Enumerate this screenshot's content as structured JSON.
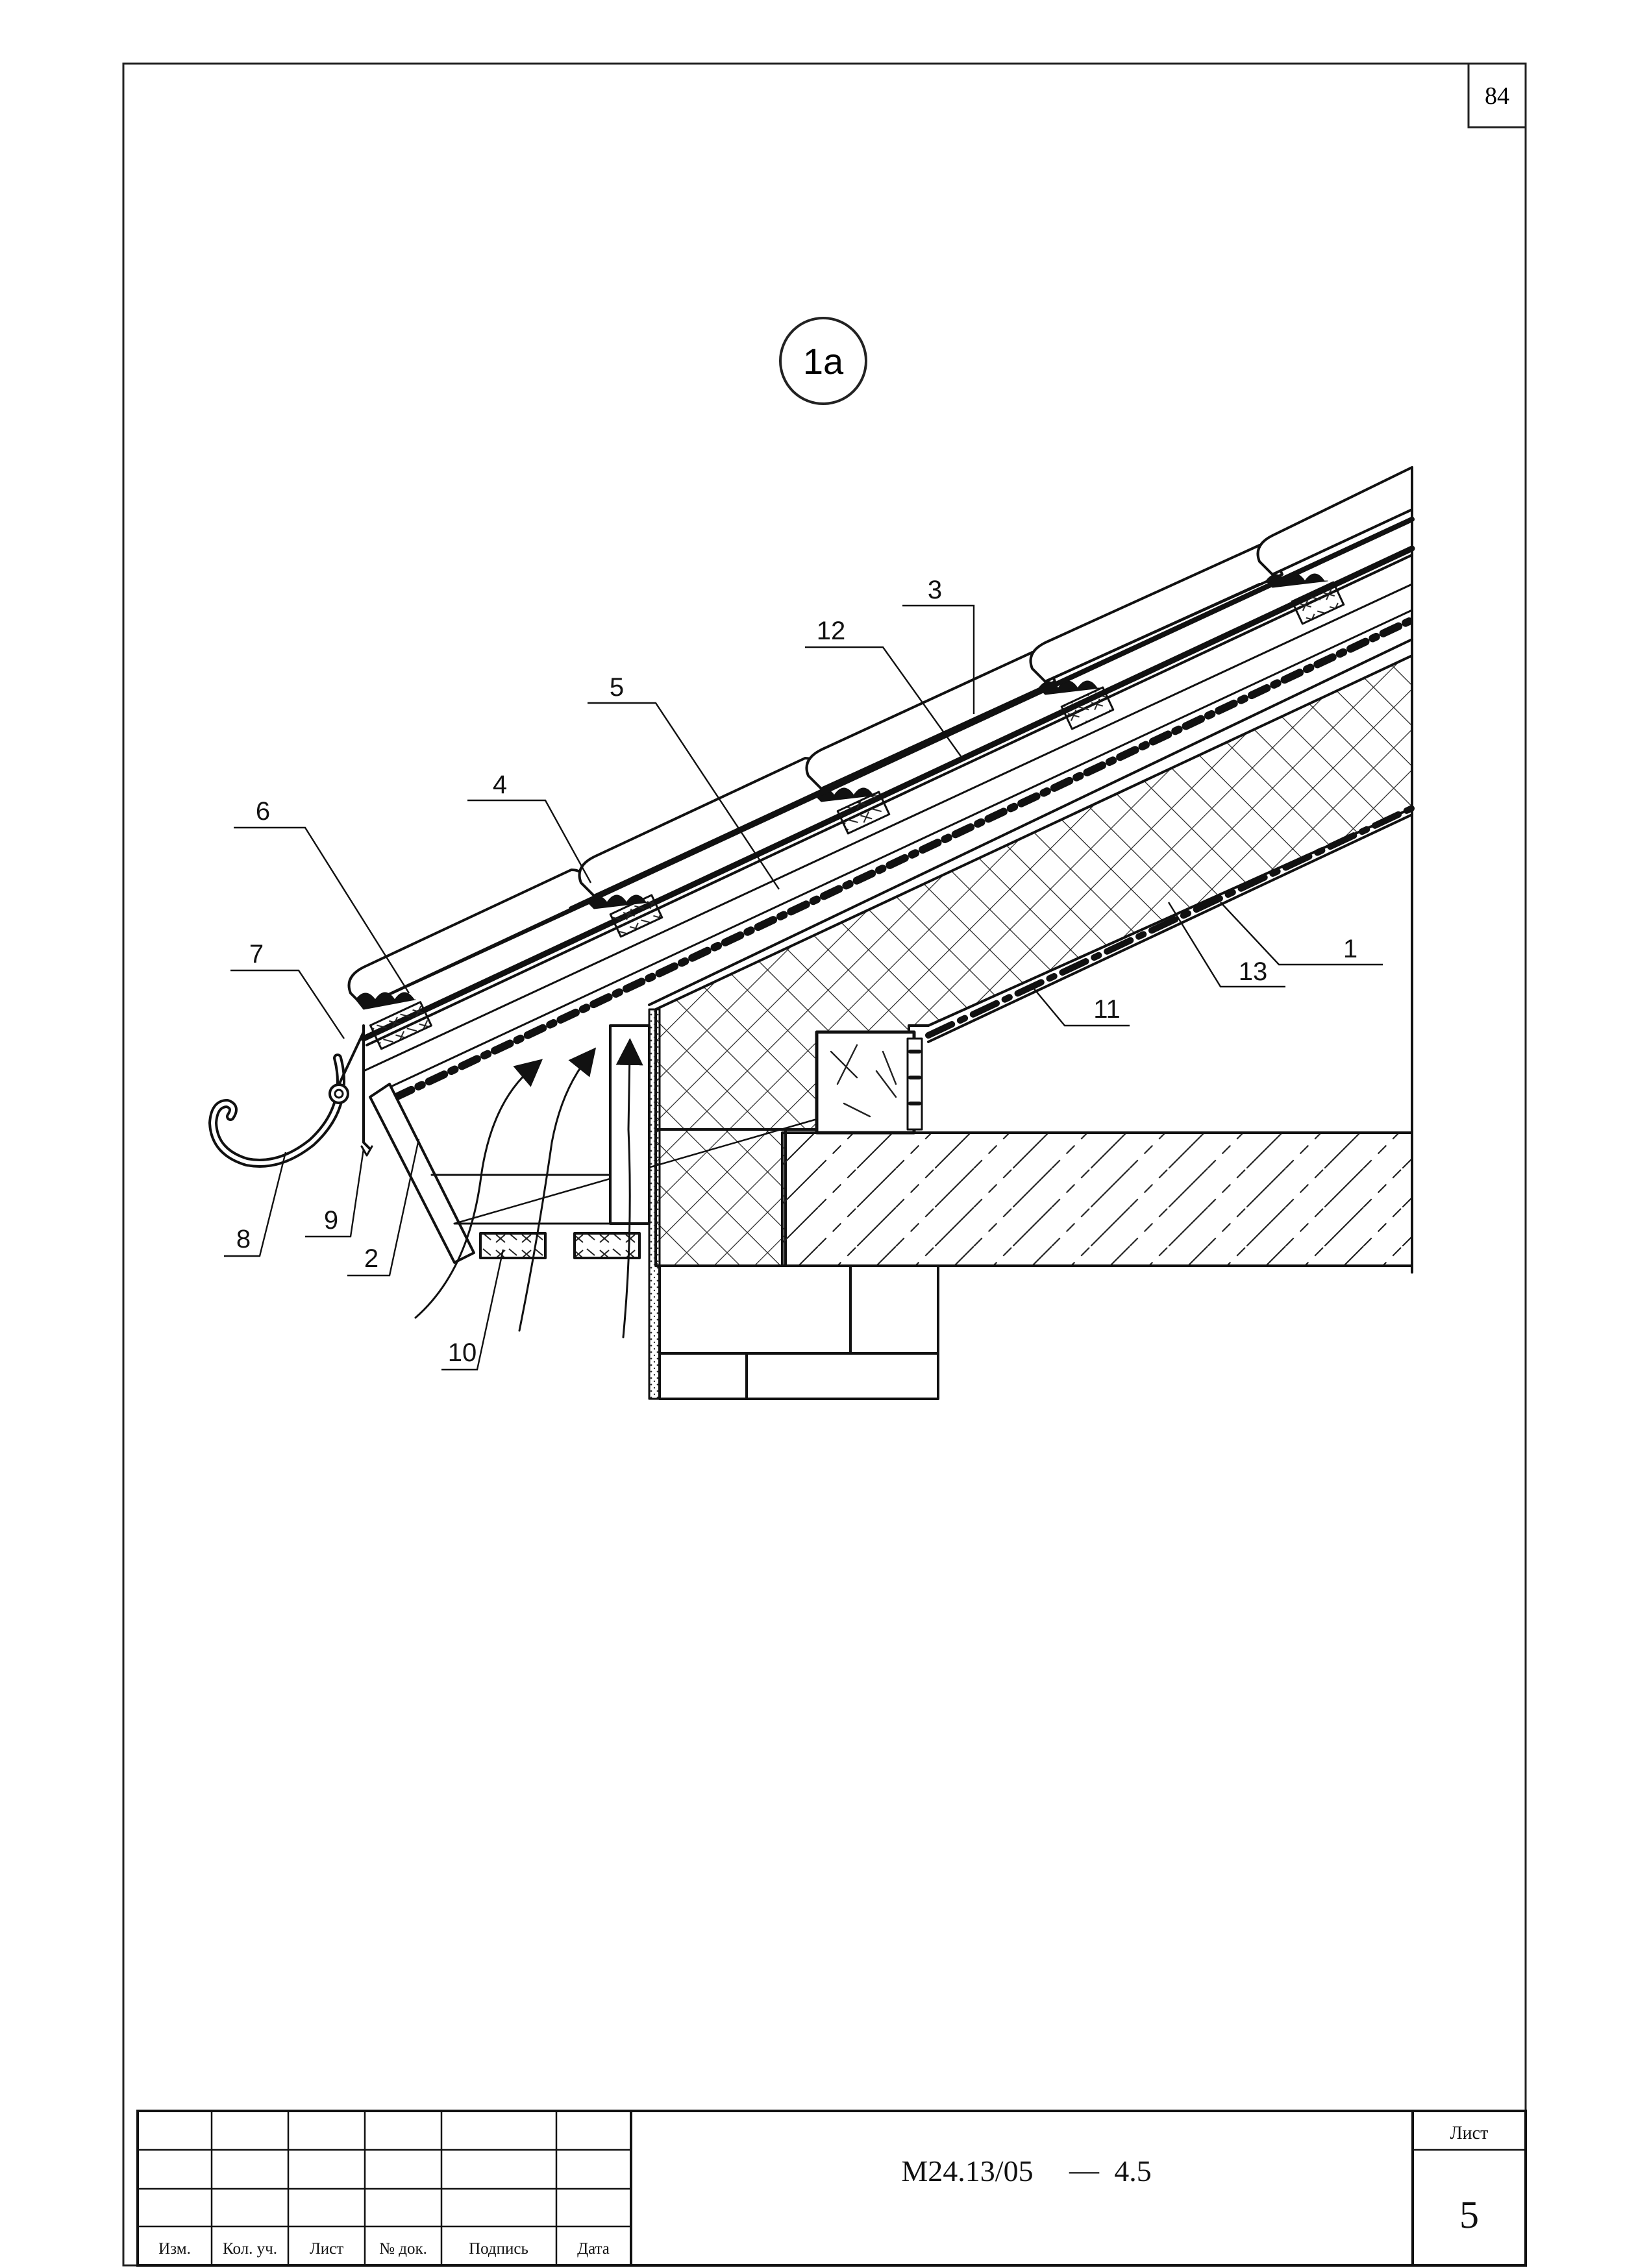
{
  "sheet": {
    "page_number": "84",
    "detail_mark": "1a"
  },
  "callouts": {
    "c1": "1",
    "c2": "2",
    "c3": "3",
    "c4": "4",
    "c5": "5",
    "c6": "6",
    "c7": "7",
    "c8": "8",
    "c9": "9",
    "c10": "10",
    "c11": "11",
    "c12": "12",
    "c13": "13"
  },
  "title_block": {
    "headers": [
      "Изм.",
      "Кол. уч.",
      "Лист",
      "№ док.",
      "Подпись",
      "Дата"
    ],
    "document_code": "М24.13/05",
    "document_dash": "—",
    "document_section": "4.5",
    "sheet_label": "Лист",
    "sheet_number": "5"
  }
}
